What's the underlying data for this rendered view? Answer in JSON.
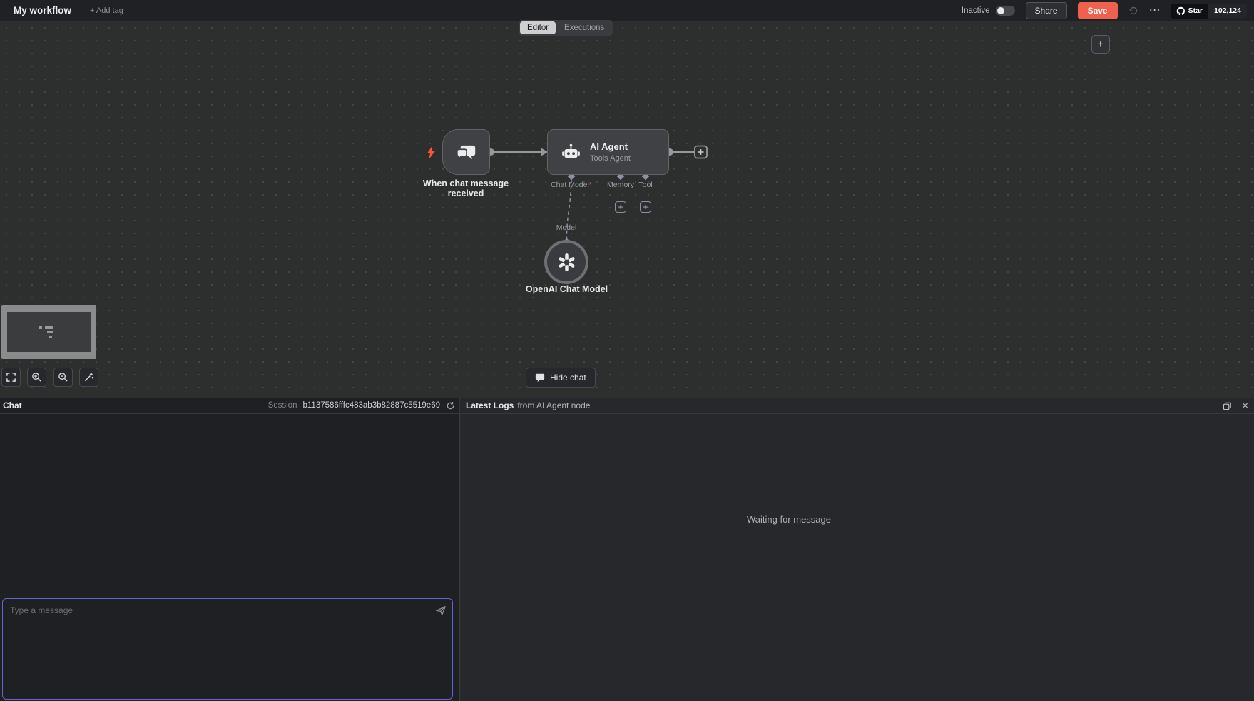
{
  "colors": {
    "save_button": "#f0604e",
    "chat_focus_border": "#6366cf",
    "trigger_bolt": "#ff4f38",
    "required_mark": "#ff6f66"
  },
  "topbar": {
    "title": "My workflow",
    "add_tag_label": "+ Add tag",
    "inactive_label": "Inactive",
    "share_label": "Share",
    "save_label": "Save",
    "more_glyph": "⋯",
    "github": {
      "star_label": "Star",
      "star_count": "102,124"
    }
  },
  "tabs": [
    {
      "label": "Editor",
      "active": true
    },
    {
      "label": "Executions",
      "active": false
    }
  ],
  "canvas": {
    "add_node_glyph": "+",
    "plus_glyph": "+",
    "trigger": {
      "label": "When chat message received"
    },
    "agent": {
      "title": "AI Agent",
      "subtitle": "Tools Agent",
      "ports": [
        {
          "label": "Chat Model",
          "required_mark": "*"
        },
        {
          "label": "Memory"
        },
        {
          "label": "Tool"
        }
      ]
    },
    "model_node": {
      "input_label": "Model",
      "label": "OpenAI Chat Model"
    },
    "hide_chat_label": "Hide chat"
  },
  "chat": {
    "title": "Chat",
    "session_label": "Session",
    "session_id": "b1137586fffc483ab3b82887c5519e69",
    "input_placeholder": "Type a message"
  },
  "logs": {
    "title": "Latest Logs",
    "subtitle": "from AI Agent node",
    "empty_state": "Waiting for message",
    "close_glyph": "×"
  }
}
